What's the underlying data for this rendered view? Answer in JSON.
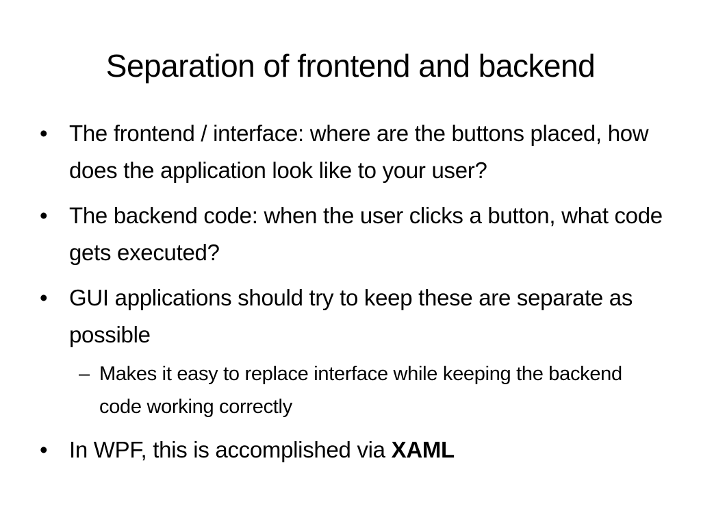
{
  "slide": {
    "title": "Separation of frontend and backend",
    "bullet_marker": "•",
    "sub_bullet_marker": "–",
    "bullets": [
      {
        "text": "The frontend / interface: where are the buttons placed, how does the application look like to your user?"
      },
      {
        "text": "The backend code: when the user clicks a button, what code gets executed?"
      },
      {
        "text": "GUI applications should try to keep these are separate as possible"
      }
    ],
    "sub_bullets": [
      {
        "text": "Makes it easy to replace interface while keeping the backend code working correctly"
      }
    ],
    "last_bullet": {
      "text_prefix": "In WPF, this is accomplished via ",
      "bold_text": "XAML"
    }
  }
}
